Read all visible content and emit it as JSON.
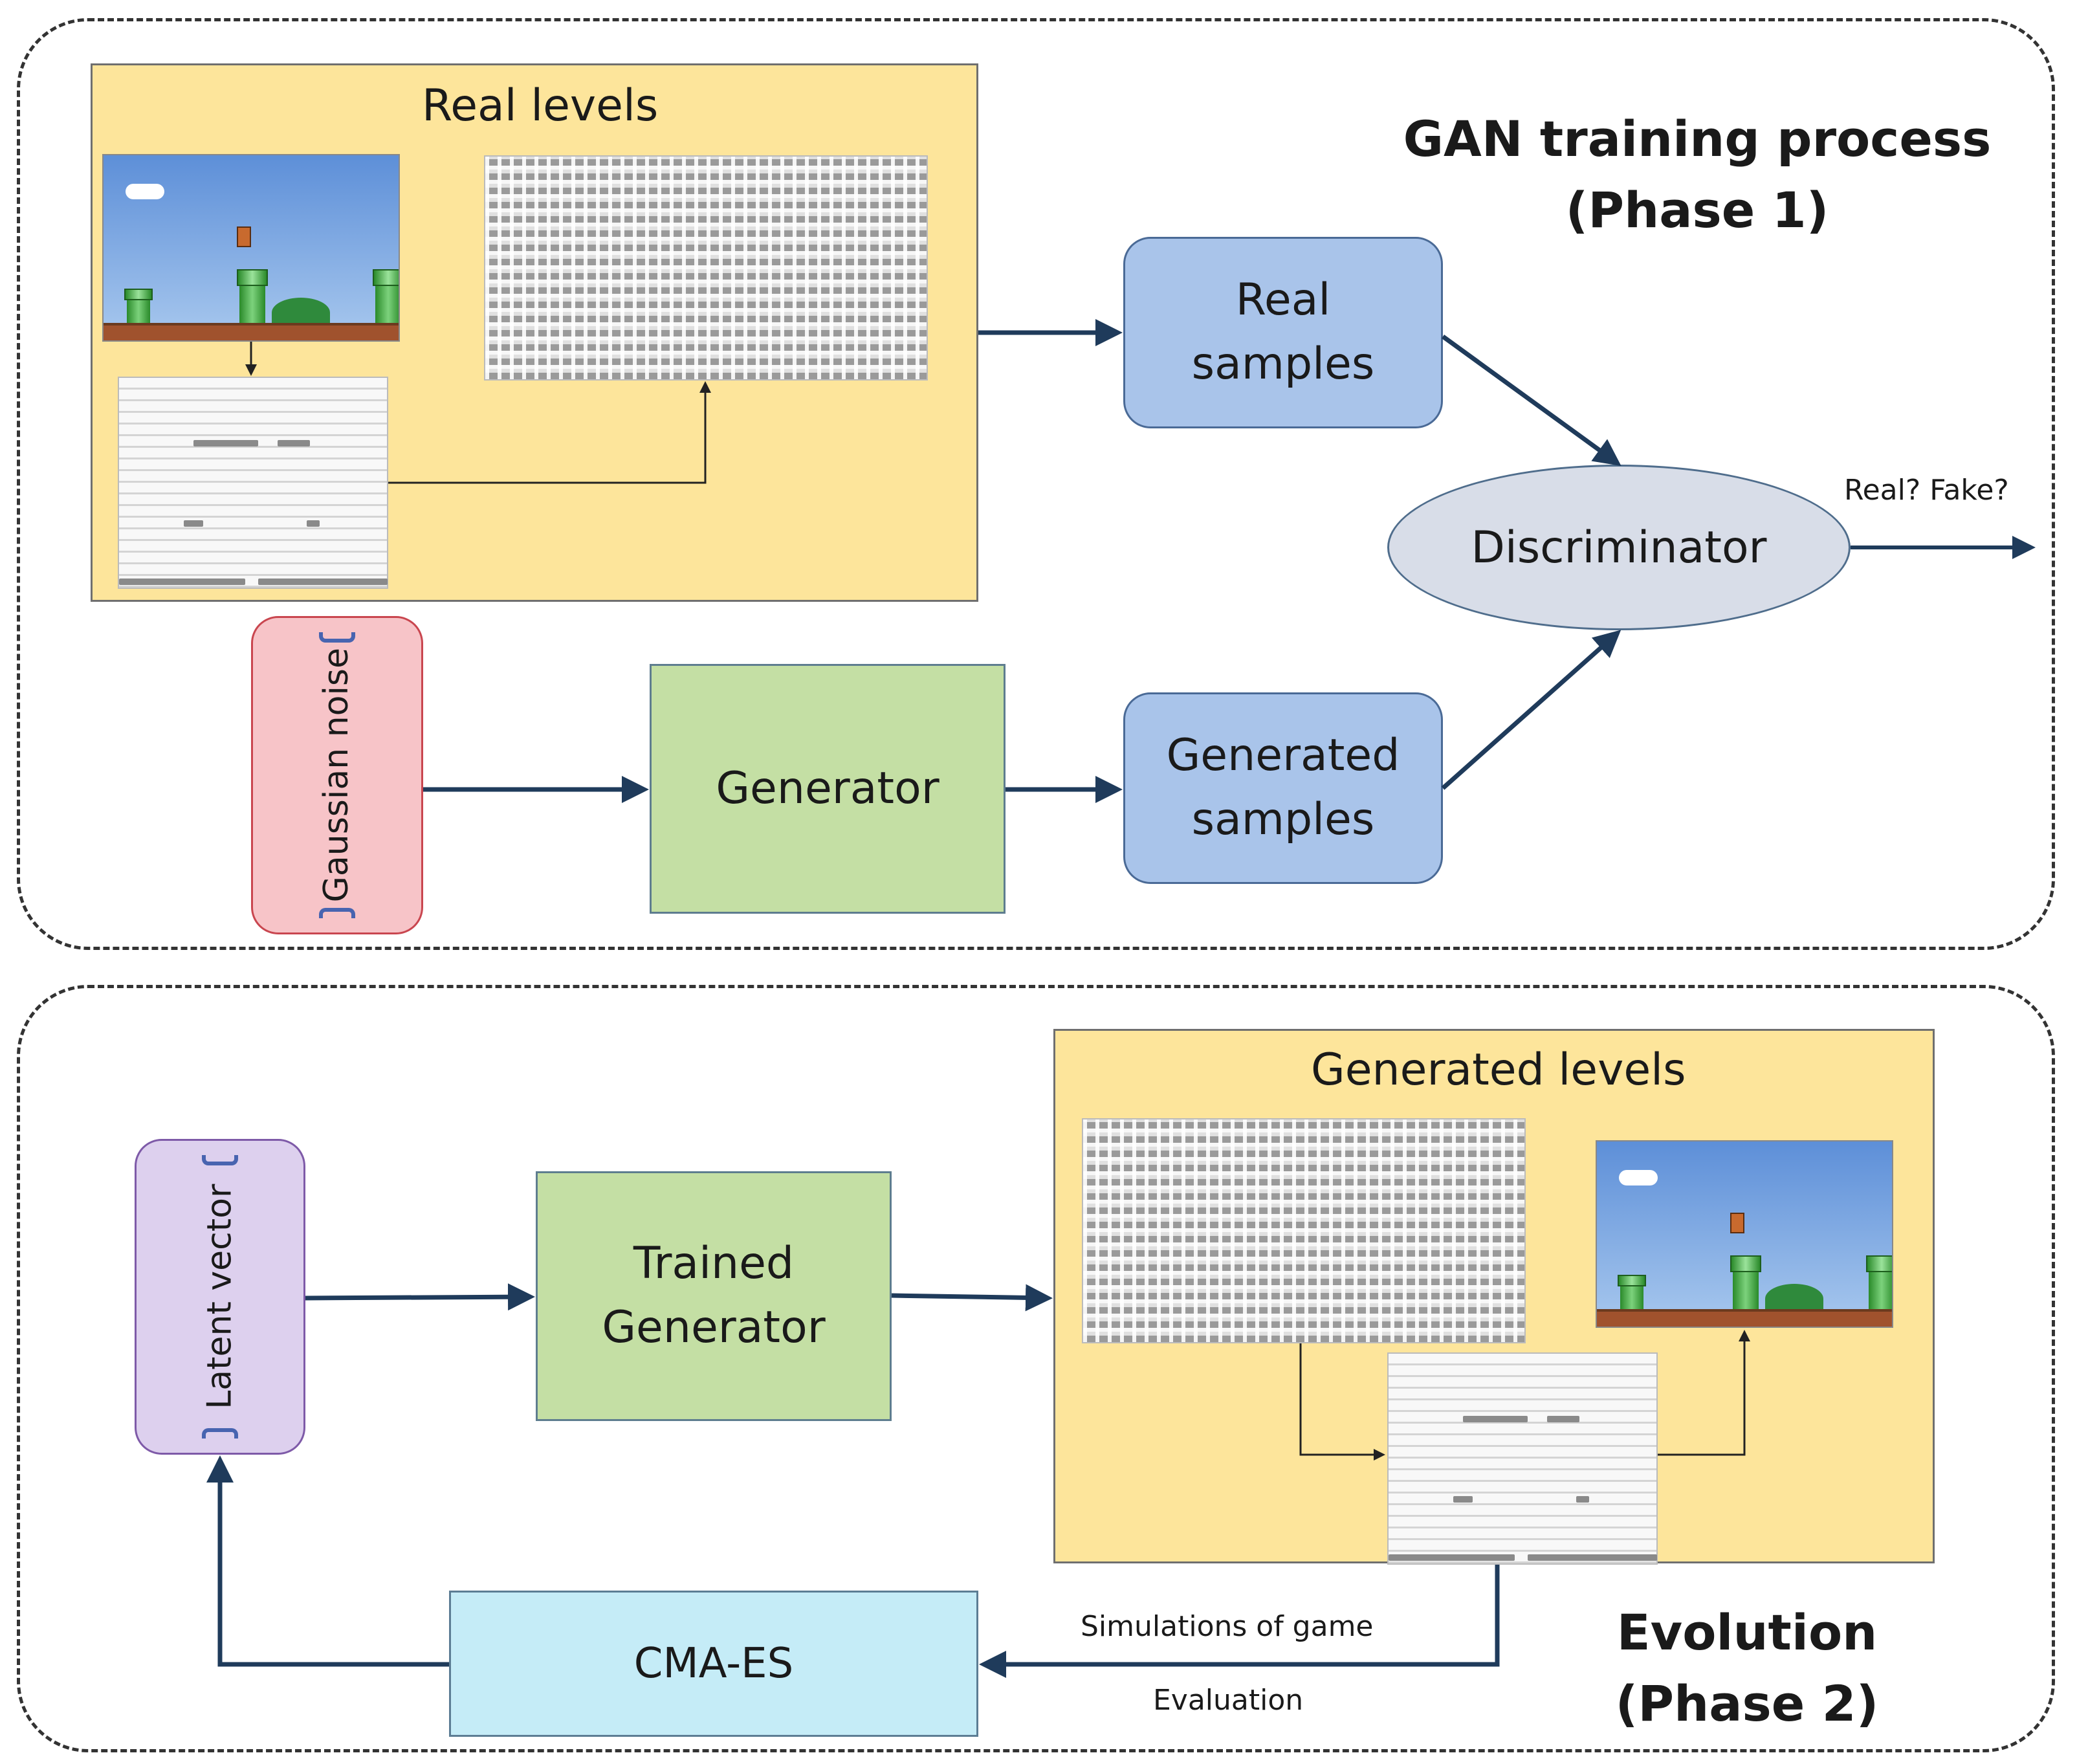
{
  "phase1": {
    "title_line1": "GAN training process",
    "title_line2": "(Phase 1)",
    "real_levels_label": "Real levels",
    "real_samples_line1": "Real",
    "real_samples_line2": "samples",
    "generated_samples_line1": "Generated",
    "generated_samples_line2": "samples",
    "discriminator_label": "Discriminator",
    "output_label": "Real? Fake?",
    "generator_label": "Generator",
    "noise_label": "Gaussian noise"
  },
  "phase2": {
    "title_line1": "Evolution",
    "title_line2": "(Phase 2)",
    "generated_levels_label": "Generated levels",
    "latent_label": "Latent vector",
    "trained_generator_line1": "Trained",
    "trained_generator_line2": "Generator",
    "cmaes_label": "CMA-ES",
    "simulation_label": "Simulations of game",
    "evaluation_label": "Evaluation"
  },
  "colors": {
    "frame_dash": "#333333",
    "level_panel": "#fde59b",
    "sample_box": "#a9c4ea",
    "generator_box": "#c4dfa4",
    "noise_box": "#f7c4c8",
    "latent_box": "#ddd0ee",
    "cmaes_box": "#c5ecf7",
    "discriminator": "#d8dde8",
    "arrow": "#1f3b5b"
  }
}
